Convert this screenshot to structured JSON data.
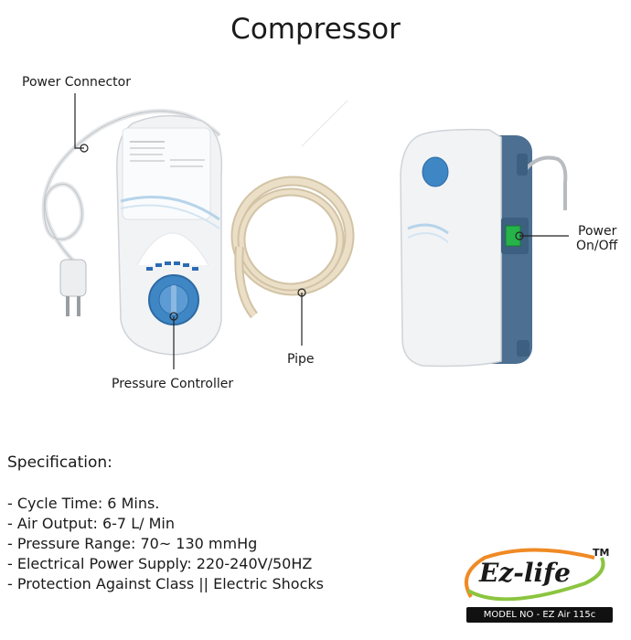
{
  "title": "Compressor",
  "callouts": {
    "power_connector": "Power Connector",
    "pressure_controller": "Pressure Controller",
    "pipe": "Pipe",
    "power_switch_line1": "Power",
    "power_switch_line2": "On/Off"
  },
  "specification": {
    "heading": "Specification:",
    "items": [
      "- Cycle Time: 6 Mins.",
      "- Air Output: 6-7 L/ Min",
      "- Pressure Range: 70~ 130 mmHg",
      "- Electrical Power Supply: 220-240V/50HZ",
      "- Protection Against Class || Electric Shocks"
    ]
  },
  "logo": {
    "brand": "Ez-life",
    "trademark": "TM",
    "model": "MODEL NO - EZ Air 115c"
  },
  "colors": {
    "device_body": "#f2f3f5",
    "knob_blue": "#3f86c5",
    "side_panel": "#4c6f92",
    "pipe": "#e6d8bd",
    "switch_green": "#26b34a",
    "logo_swoosh_green": "#8bc53f",
    "logo_swoosh_orange": "#f08a24"
  }
}
